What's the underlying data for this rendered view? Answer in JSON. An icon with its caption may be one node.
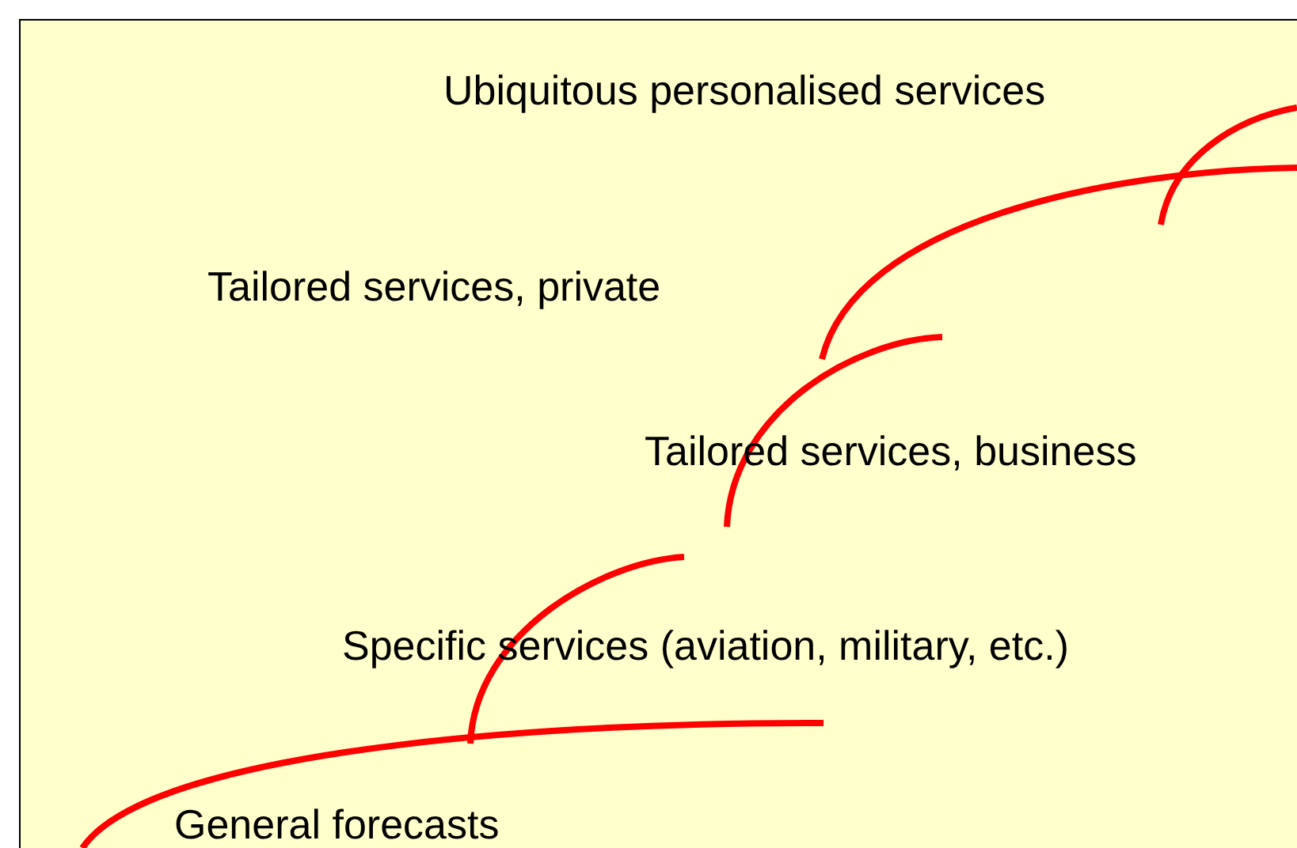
{
  "diagram": {
    "labels": [
      "Ubiquitous personalised services",
      "Tailored services, private",
      "Tailored services, business",
      "Specific services (aviation, military, etc.)",
      "General forecasts"
    ]
  }
}
